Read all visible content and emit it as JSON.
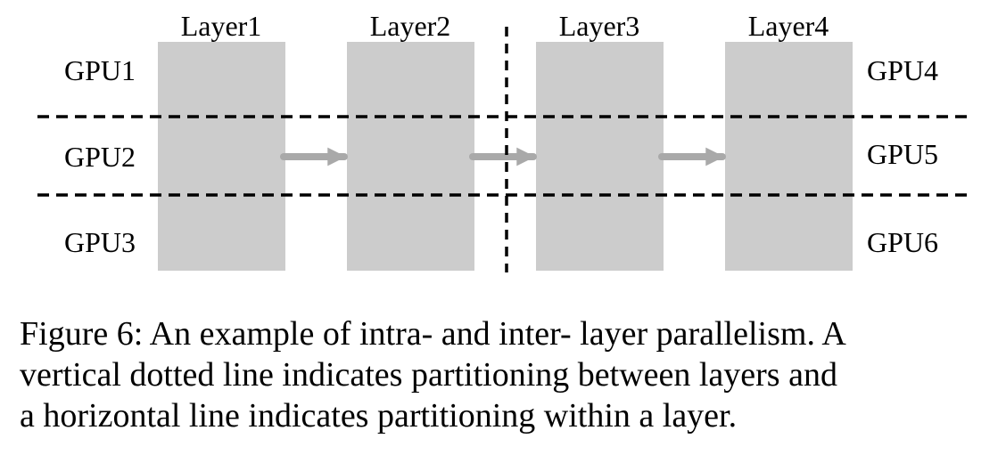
{
  "diagram": {
    "layers": [
      "Layer1",
      "Layer2",
      "Layer3",
      "Layer4"
    ],
    "gpus_left": [
      "GPU1",
      "GPU2",
      "GPU3"
    ],
    "gpus_right": [
      "GPU4",
      "GPU5",
      "GPU6"
    ],
    "colors": {
      "layer_fill": "#cccccc",
      "arrow": "#a9a9a9",
      "line": "#000000"
    }
  },
  "caption": {
    "lines": [
      "Figure 6: An example of intra- and inter- layer parallelism. A",
      "vertical dotted line indicates partitioning between layers and",
      "a horizontal line indicates partitioning within a layer."
    ]
  }
}
